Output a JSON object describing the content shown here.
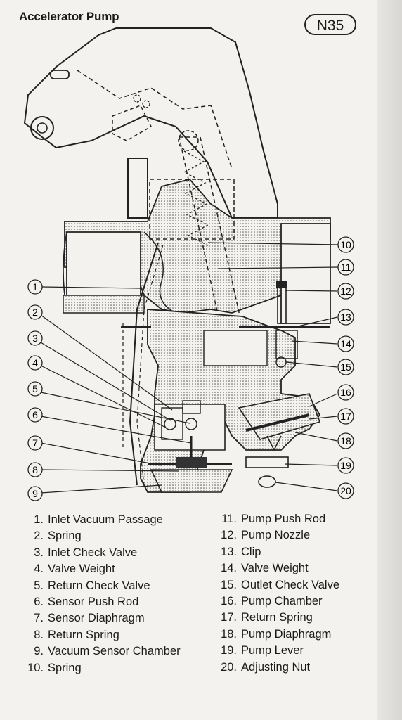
{
  "header": {
    "title": "Accelerator Pump",
    "code": "N35"
  },
  "parts": [
    {
      "num": "1.",
      "name": "Inlet Vacuum Passage"
    },
    {
      "num": "2.",
      "name": "Spring"
    },
    {
      "num": "3.",
      "name": "Inlet Check Valve"
    },
    {
      "num": "4.",
      "name": "Valve Weight"
    },
    {
      "num": "5.",
      "name": "Return Check Valve"
    },
    {
      "num": "6.",
      "name": "Sensor Push Rod"
    },
    {
      "num": "7.",
      "name": "Sensor Diaphragm"
    },
    {
      "num": "8.",
      "name": "Return Spring"
    },
    {
      "num": "9.",
      "name": "Vacuum Sensor Chamber"
    },
    {
      "num": "10.",
      "name": "Spring"
    },
    {
      "num": "11.",
      "name": "Pump Push Rod"
    },
    {
      "num": "12.",
      "name": "Pump Nozzle"
    },
    {
      "num": "13.",
      "name": "Clip"
    },
    {
      "num": "14.",
      "name": "Valve Weight"
    },
    {
      "num": "15.",
      "name": "Outlet Check Valve"
    },
    {
      "num": "16.",
      "name": "Pump Chamber"
    },
    {
      "num": "17.",
      "name": "Return Spring"
    },
    {
      "num": "18.",
      "name": "Pump Diaphragm"
    },
    {
      "num": "19.",
      "name": "Pump Lever"
    },
    {
      "num": "20.",
      "name": "Adjusting Nut"
    }
  ],
  "callouts": [
    "1",
    "2",
    "3",
    "4",
    "5",
    "6",
    "7",
    "8",
    "9",
    "10",
    "11",
    "12",
    "13",
    "14",
    "15",
    "16",
    "17",
    "18",
    "19",
    "20"
  ]
}
